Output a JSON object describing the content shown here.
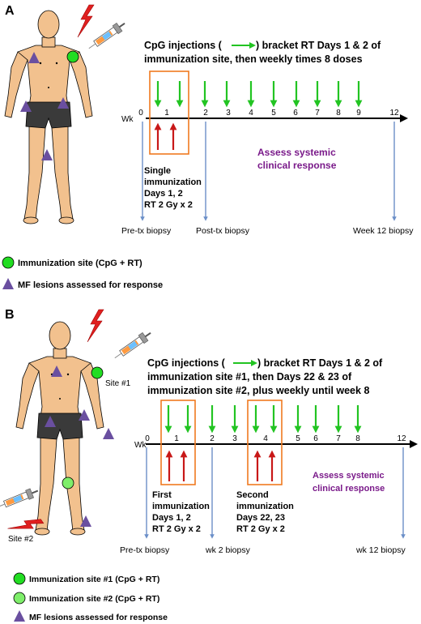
{
  "panel_a": {
    "label": "A",
    "title_line1_part1": "CpG injections (",
    "title_line1_part2": ") bracket RT Days 1 & 2 of",
    "title_line2": "immunization site, then weekly times 8 doses",
    "week_prefix": "Wk",
    "weeks": [
      "0",
      "1",
      "2",
      "3",
      "4",
      "5",
      "6",
      "7",
      "8",
      "9",
      "12"
    ],
    "immunization_box_lines": [
      "Single",
      "immunization",
      "Days 1, 2",
      "RT 2 Gy x 2"
    ],
    "assess_lines": [
      "Assess systemic",
      "clinical response"
    ],
    "biopsies": [
      "Pre-tx biopsy",
      "Post-tx biopsy",
      "Week 12 biopsy"
    ],
    "legend": [
      {
        "text": "Immunization site (CpG + RT)"
      },
      {
        "text": "MF lesions assessed for response"
      }
    ]
  },
  "panel_b": {
    "label": "B",
    "site1_label": "Site #1",
    "site2_label": "Site #2",
    "title_line1_part1": "CpG injections (",
    "title_line1_part2": ")  bracket RT Days 1 & 2 of",
    "title_line2": "immunization site #1, then Days 22 & 23 of",
    "title_line3": "immunization site #2, plus weekly until week 8",
    "week_prefix": "Wk",
    "weeks": [
      "0",
      "1",
      "2",
      "3",
      "4",
      "5",
      "6",
      "7",
      "8",
      "12"
    ],
    "first_box_lines": [
      "First",
      "immunization",
      "Days 1, 2",
      "RT 2 Gy x 2"
    ],
    "second_box_lines": [
      "Second",
      "immunization",
      "Days 22, 23",
      "RT 2 Gy x 2"
    ],
    "assess_lines": [
      "Assess systemic",
      "clinical response"
    ],
    "biopsies": [
      "Pre-tx biopsy",
      "wk 2 biopsy",
      "wk 12 biopsy"
    ],
    "legend": [
      {
        "text": "Immunization site #1 (CpG + RT)"
      },
      {
        "text": "Immunization site #2 (CpG + RT)"
      },
      {
        "text": "MF lesions assessed for response"
      }
    ]
  },
  "colors": {
    "green_arrow": "#22c422",
    "red_arrow": "#c81818",
    "orange_box": "#f07a20",
    "blue_arrow": "#6b8fc8",
    "purple_text": "#7a1a8a",
    "triangle": "#6a4fa0",
    "site_green": "#22dd22",
    "site_green_light": "#7eee6a",
    "skin": "#f2c18e",
    "shorts": "#3a3a3a"
  }
}
